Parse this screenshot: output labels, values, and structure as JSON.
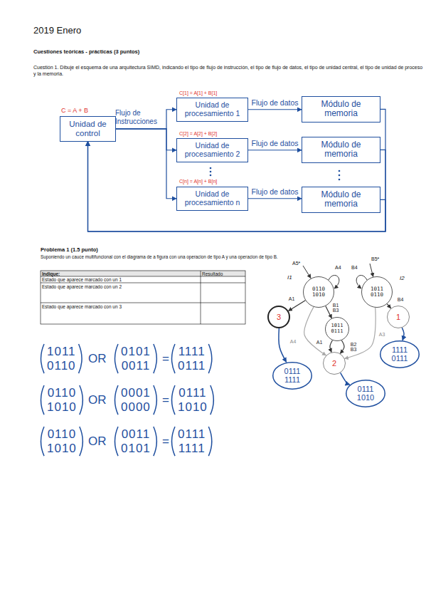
{
  "diagram": {
    "title": "2019 Enero",
    "nodes": [
      {
        "text": [
          "Unidad de control"
        ]
      },
      {
        "text": [
          "Unidad de procesamiento 1"
        ]
      },
      {
        "text": [
          "Unidad de procesamiento 2"
        ]
      },
      {
        "text": [
          "Unidad de procesamiento n"
        ]
      },
      {
        "text": [
          "Módulo de memoria"
        ]
      },
      {
        "text": [
          "Módulo de memoria"
        ]
      },
      {
        "text": [
          "Módulo de memoria"
        ]
      },
      {
        "text": [
          "0110 1010"
        ]
      },
      {
        "text": [
          "1011 0110"
        ]
      },
      {
        "text": [
          "3"
        ]
      },
      {
        "text": [
          "1011 0111"
        ]
      },
      {
        "text": [
          "1"
        ]
      },
      {
        "text": [
          "2"
        ]
      },
      {
        "text": [
          "0111 1111"
        ]
      },
      {
        "text": [
          "0111 1010"
        ]
      },
      {
        "text": [
          "1111 0111"
        ]
      }
    ],
    "edges": [
      {
        "from": 0,
        "to": 1,
        "arrow": "to"
      },
      {
        "from": 0,
        "to": 2,
        "arrow": "to"
      },
      {
        "from": 0,
        "to": 3,
        "arrow": "to"
      },
      {
        "from": 1,
        "to": 4,
        "label": "Flujo de datos",
        "arrow": "to"
      },
      {
        "from": 2,
        "to": 5,
        "label": "Flujo de datos",
        "arrow": "to"
      },
      {
        "from": 3,
        "to": 6,
        "label": "Flujo de datos",
        "arrow": "to"
      },
      {
        "from": 4,
        "to": 0,
        "arrow": "to"
      },
      {
        "from": 5,
        "to": 0,
        "arrow": "to"
      },
      {
        "from": 6,
        "to": 0,
        "arrow": "to"
      },
      {
        "from": 7,
        "to": 9,
        "label": "A1",
        "arrow": "to"
      },
      {
        "from": 7,
        "to": 10,
        "label": "B1 B3",
        "arrow": "to"
      },
      {
        "from": 8,
        "to": 11,
        "label": "B4",
        "arrow": "to"
      },
      {
        "from": 7,
        "to": 12,
        "label": "A4",
        "arrow": "to"
      },
      {
        "from": 8,
        "to": 12,
        "label": "A3",
        "arrow": "to"
      },
      {
        "from": 10,
        "to": 12,
        "label": "A1",
        "arrow": "to"
      },
      {
        "from": 10,
        "to": 12,
        "label": "B2 B3",
        "arrow": "to"
      },
      {
        "from": 9,
        "to": 13,
        "arrow": "to"
      },
      {
        "from": 12,
        "to": 14,
        "arrow": "to"
      },
      {
        "from": 11,
        "to": 15,
        "arrow": "to"
      }
    ],
    "labels": [
      "Cuestiones teóricas - prácticas (3 puntos)",
      "Cuestión 1. Dibuje el esquema de una arquitectura SIMD, indicando el tipo de flujo de instrucción, el tipo de flujo de datos, el tipo de unidad central, el tipo de unidad de proceso y la memoria.",
      "C = A + B",
      "Flujo de Instrucciones",
      "C[1] = A[1] + B[1]",
      "C[2] = A[2] + B[2]",
      "C[n] = A[n] + B[n]",
      "Problema 1 (1.5 punto)",
      "Suponiendo un cauce multifuncional con el diagrama de a figura con una operacion de tipo A y una operacion de tipo B.",
      "Indique:",
      "Resultado",
      "Estado que aparece marcado con un 1",
      "Estado que aparece marcado con un 2",
      "Estado que aparece marcado con un 3",
      "A5*",
      "I1",
      "B5*",
      "I2",
      "A4",
      "B4",
      "1011 0110",
      "OR",
      "0101 0011",
      "=",
      "1111 0111",
      "0110 1010",
      "OR",
      "0001 0000",
      "=",
      "0111 1010",
      "0110 1010",
      "OR",
      "0011 0101",
      "=",
      "0111 1111"
    ]
  }
}
